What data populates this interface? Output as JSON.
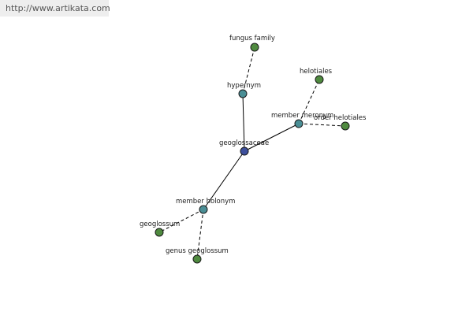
{
  "watermark": "http://www.artikata.com",
  "colors": {
    "center": "#3d4f9c",
    "relation": "#4a8e95",
    "leaf": "#4f8a3f"
  },
  "nodes": [
    {
      "id": "geoglossaceae",
      "label": "geoglossaceae",
      "kind": "center"
    },
    {
      "id": "hypernym",
      "label": "hypernym",
      "kind": "relation"
    },
    {
      "id": "member-meronym",
      "label": "member meronym",
      "kind": "relation"
    },
    {
      "id": "member-holonym",
      "label": "member holonym",
      "kind": "relation"
    },
    {
      "id": "fungus-family",
      "label": "fungus family",
      "kind": "leaf"
    },
    {
      "id": "helotiales",
      "label": "helotiales",
      "kind": "leaf"
    },
    {
      "id": "order-helotiales",
      "label": "order helotiales",
      "kind": "leaf"
    },
    {
      "id": "geoglossum",
      "label": "geoglossum",
      "kind": "leaf"
    },
    {
      "id": "genus-geoglossum",
      "label": "genus geoglossum",
      "kind": "leaf"
    }
  ],
  "edges": [
    {
      "from": "geoglossaceae",
      "to": "hypernym",
      "style": "solid"
    },
    {
      "from": "geoglossaceae",
      "to": "member-meronym",
      "style": "solid"
    },
    {
      "from": "geoglossaceae",
      "to": "member-holonym",
      "style": "solid"
    },
    {
      "from": "hypernym",
      "to": "fungus-family",
      "style": "dashed"
    },
    {
      "from": "member-meronym",
      "to": "helotiales",
      "style": "dashed"
    },
    {
      "from": "member-meronym",
      "to": "order-helotiales",
      "style": "dashed"
    },
    {
      "from": "member-holonym",
      "to": "geoglossum",
      "style": "dashed"
    },
    {
      "from": "member-holonym",
      "to": "genus-geoglossum",
      "style": "dashed"
    }
  ]
}
